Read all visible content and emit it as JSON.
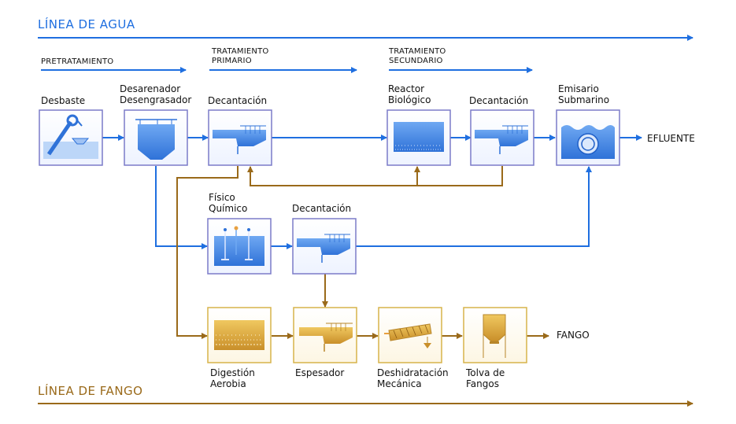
{
  "lines": {
    "water": "LÍNEA DE AGUA",
    "sludge": "LÍNEA DE FANGO"
  },
  "phases": {
    "pretreatment": "PRETRATAMIENTO",
    "primary_1": "TRATAMIENTO",
    "primary_2": "PRIMARIO",
    "secondary_1": "TRATAMIENTO",
    "secondary_2": "SECUNDARIO"
  },
  "units": {
    "desbaste": "Desbaste",
    "desarenador_1": "Desarenador",
    "desarenador_2": "Desengrasador",
    "decantacion_1": "Decantación",
    "reactor_1": "Reactor",
    "reactor_2": "Biológico",
    "decantacion_2": "Decantación",
    "emisario_1": "Emisario",
    "emisario_2": "Submarino",
    "efluente": "EFLUENTE",
    "fisico_1": "Físico",
    "fisico_2": "Químico",
    "decantacion_3": "Decantación",
    "digestion_1": "Digestión",
    "digestion_2": "Aerobia",
    "espesador": "Espesador",
    "deshidratacion_1": "Deshidratación",
    "deshidratacion_2": "Mecánica",
    "tolva_1": "Tolva de",
    "tolva_2": "Fangos",
    "fango": "FANGO"
  },
  "colors": {
    "water": "#1f6fe0",
    "sludge": "#9a6a1a",
    "water_box_border": "#7b7bc8",
    "sludge_box_border": "#d7b44a"
  }
}
